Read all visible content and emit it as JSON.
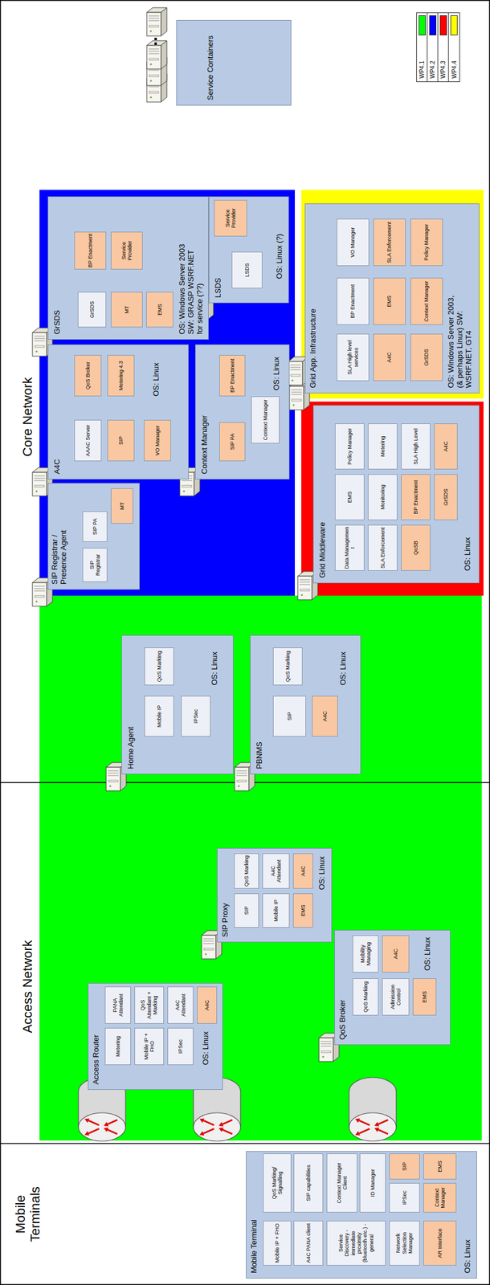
{
  "diagram": {
    "nodes": [
      {
        "text": [
          "Mobile Terminals"
        ]
      },
      {
        "text": [
          "Access Network"
        ]
      },
      {
        "text": [
          "Core Network"
        ]
      },
      {
        "text": [
          "Mobile Terminal",
          "OS: Linux"
        ],
        "in": 0
      },
      {
        "text": [
          "Mobile IP + FHO"
        ],
        "in": 3
      },
      {
        "text": [
          "QoS Marking/ Signalling"
        ],
        "in": 3
      },
      {
        "text": [
          "A4C PANA client"
        ],
        "in": 3
      },
      {
        "text": [
          "SIP capabilities"
        ],
        "in": 3
      },
      {
        "text": [
          "Service Discovery - immediate proximity (bluetooth etc.) - general"
        ],
        "in": 3
      },
      {
        "text": [
          "Context Manager Client"
        ],
        "in": 3
      },
      {
        "text": [
          "ID Manager"
        ],
        "in": 3
      },
      {
        "text": [
          "Network Selection Manager"
        ],
        "in": 3
      },
      {
        "text": [
          "IPSec"
        ],
        "in": 3
      },
      {
        "text": [
          "SIP"
        ],
        "in": 3
      },
      {
        "text": [
          "AR Interface"
        ],
        "in": 3
      },
      {
        "text": [
          "Context Manager"
        ],
        "in": 3
      },
      {
        "text": [
          "EMS"
        ],
        "in": 3
      },
      {
        "text": [
          "Access Router",
          "OS: Linux"
        ],
        "in": 1
      },
      {
        "text": [
          "Metering"
        ],
        "in": 17
      },
      {
        "text": [
          "PANA Attendant"
        ],
        "in": 17
      },
      {
        "text": [
          "Mobile IP + FHO"
        ],
        "in": 17
      },
      {
        "text": [
          "QoS Attendant + Marking"
        ],
        "in": 17
      },
      {
        "text": [
          "IPSec"
        ],
        "in": 17
      },
      {
        "text": [
          "A4C Attendant"
        ],
        "in": 17
      },
      {
        "text": [
          "A4C"
        ],
        "in": 17
      },
      {
        "text": [
          "SIP Proxy",
          "OS: Linux"
        ],
        "in": 1
      },
      {
        "text": [
          "SIP"
        ],
        "in": 25
      },
      {
        "text": [
          "QoS Marking"
        ],
        "in": 25
      },
      {
        "text": [
          "Mobile IP"
        ],
        "in": 25
      },
      {
        "text": [
          "A4C Attendant"
        ],
        "in": 25
      },
      {
        "text": [
          "EMS"
        ],
        "in": 25
      },
      {
        "text": [
          "A4C"
        ],
        "in": 25
      },
      {
        "text": [
          "QoS Broker",
          "OS: Linux"
        ],
        "in": 1
      },
      {
        "text": [
          "QoS Marking"
        ],
        "in": 32
      },
      {
        "text": [
          "Mobility Managing"
        ],
        "in": 32
      },
      {
        "text": [
          "Admission Control"
        ],
        "in": 32
      },
      {
        "text": [
          "A4C"
        ],
        "in": 32
      },
      {
        "text": [
          "EMS"
        ],
        "in": 32
      },
      {
        "text": [
          "Home Agent",
          "OS: Linux"
        ],
        "in": 2
      },
      {
        "text": [
          "Mobile IP"
        ],
        "in": 38
      },
      {
        "text": [
          "QoS Marking"
        ],
        "in": 38
      },
      {
        "text": [
          "IPSec"
        ],
        "in": 38
      },
      {
        "text": [
          "PBNMS",
          "OS: Linux"
        ],
        "in": 2
      },
      {
        "text": [
          "SIP"
        ],
        "in": 42
      },
      {
        "text": [
          "QoS Marking"
        ],
        "in": 42
      },
      {
        "text": [
          "A4C"
        ],
        "in": 42
      },
      {
        "text": [
          "SIP Registrar / Presence Agent"
        ],
        "in": 2
      },
      {
        "text": [
          "SIP Registrar"
        ],
        "in": 46
      },
      {
        "text": [
          "SIP PA"
        ],
        "in": 46
      },
      {
        "text": [
          "MT"
        ],
        "in": 46
      },
      {
        "text": [
          "A4C",
          "OS: Linux"
        ],
        "in": 2
      },
      {
        "text": [
          "AAAC Server"
        ],
        "in": 50
      },
      {
        "text": [
          "QoS Broker"
        ],
        "in": 50
      },
      {
        "text": [
          "SIP"
        ],
        "in": 50
      },
      {
        "text": [
          "Metering 4.3"
        ],
        "in": 50
      },
      {
        "text": [
          "VO Manager"
        ],
        "in": 50
      },
      {
        "text": [
          "Context Manager",
          "OS: Linux"
        ],
        "in": 2
      },
      {
        "text": [
          "SIP PA"
        ],
        "in": 56
      },
      {
        "text": [
          "BP Enactment"
        ],
        "in": 56
      },
      {
        "text": [
          "Context Manager"
        ],
        "in": 56
      },
      {
        "text": [
          "GrSDS",
          "OS: Windows Server 2003 SW: GRASP WSRF.NET for service (??)"
        ],
        "in": 2
      },
      {
        "text": [
          "GrSDS"
        ],
        "in": 60
      },
      {
        "text": [
          "BP Enactment"
        ],
        "in": 60
      },
      {
        "text": [
          "MT"
        ],
        "in": 60
      },
      {
        "text": [
          "Service Provider"
        ],
        "in": 60
      },
      {
        "text": [
          "EMS"
        ],
        "in": 60
      },
      {
        "text": [
          "LSDS",
          "OS: Linux (?)"
        ],
        "in": 2
      },
      {
        "text": [
          "LSDS"
        ],
        "in": 66
      },
      {
        "text": [
          "Service Provider"
        ],
        "in": 66
      },
      {
        "text": [
          "Grid Middleware",
          "OS: Linux"
        ],
        "in": 2
      },
      {
        "text": [
          "Data Managemen t"
        ],
        "in": 69
      },
      {
        "text": [
          "EMS"
        ],
        "in": 69
      },
      {
        "text": [
          "Policy Manager"
        ],
        "in": 69
      },
      {
        "text": [
          "SLA Enforcement"
        ],
        "in": 69
      },
      {
        "text": [
          "Monitoring"
        ],
        "in": 69
      },
      {
        "text": [
          "Metering"
        ],
        "in": 69
      },
      {
        "text": [
          "QoSB"
        ],
        "in": 69
      },
      {
        "text": [
          "BP Enactment"
        ],
        "in": 69
      },
      {
        "text": [
          "SLA High Level"
        ],
        "in": 69
      },
      {
        "text": [
          "GrSDS"
        ],
        "in": 69
      },
      {
        "text": [
          "A4C"
        ],
        "in": 69
      },
      {
        "text": [
          "Grid App. Infrastructure",
          "OS: Windows Server 2003, (& perhaps Linux) SW: WSRF.NET, GT4"
        ],
        "in": 2
      },
      {
        "text": [
          "SLA High level services"
        ],
        "in": 81
      },
      {
        "text": [
          "BP Enactment"
        ],
        "in": 81
      },
      {
        "text": [
          "VO Manager"
        ],
        "in": 81
      },
      {
        "text": [
          "A4C"
        ],
        "in": 81
      },
      {
        "text": [
          "EMS"
        ],
        "in": 81
      },
      {
        "text": [
          "SLA Enforcement"
        ],
        "in": 81
      },
      {
        "text": [
          "GrSDS"
        ],
        "in": 81
      },
      {
        "text": [
          "Context Manager"
        ],
        "in": 81
      },
      {
        "text": [
          "Policy Manager"
        ],
        "in": 81
      },
      {
        "text": [
          "Service Containers"
        ],
        "in": 2
      }
    ],
    "legend": [
      {
        "text": "WP4.1",
        "color": "#00ff00"
      },
      {
        "text": "WP4.2",
        "color": "#0000ff"
      },
      {
        "text": "WP4.3",
        "color": "#ff0000"
      },
      {
        "text": "WP4.4",
        "color": "#ffff00"
      }
    ]
  }
}
